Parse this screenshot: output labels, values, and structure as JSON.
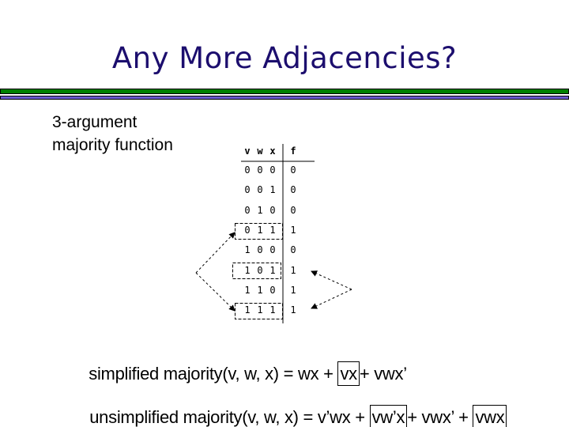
{
  "title": "Any More Adjacencies?",
  "subtitle": [
    "3-argument",
    "majority function"
  ],
  "colors": {
    "title": "#1c0e6e",
    "bar_top": "#008000",
    "bar_bottom": "#6a5acd"
  },
  "truth_table": {
    "headers": [
      "v",
      "w",
      "x",
      "f"
    ],
    "rows": [
      [
        "0",
        "0",
        "0",
        "0"
      ],
      [
        "0",
        "0",
        "1",
        "0"
      ],
      [
        "0",
        "1",
        "0",
        "0"
      ],
      [
        "0",
        "1",
        "1",
        "1"
      ],
      [
        "1",
        "0",
        "0",
        "0"
      ],
      [
        "1",
        "0",
        "1",
        "1"
      ],
      [
        "1",
        "1",
        "0",
        "1"
      ],
      [
        "1",
        "1",
        "1",
        "1"
      ]
    ],
    "highlighted_rows": [
      3,
      5,
      7
    ]
  },
  "equations": {
    "simplified": {
      "prefix": "simplified majority(v, w, x) = wx + ",
      "boxed1": "vx",
      "suffix": "+ vwx’"
    },
    "unsimplified": {
      "prefix": "unsimplified majority(v, w, x) = v’wx + ",
      "boxed1": "vw’x",
      "middle": "+ vwx’ + ",
      "boxed2": "vwx"
    }
  }
}
